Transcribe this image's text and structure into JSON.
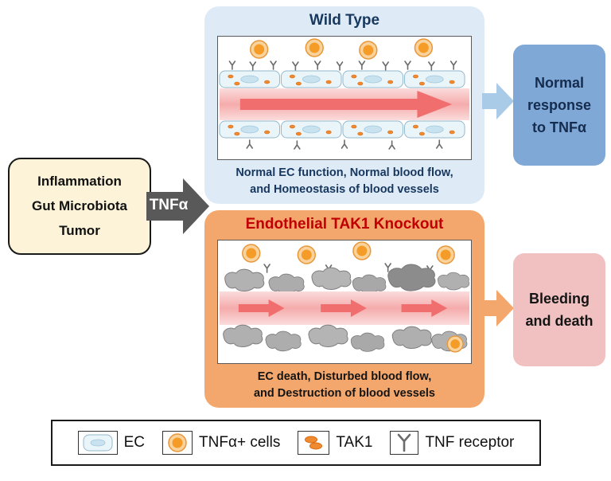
{
  "causes_box": {
    "lines": [
      "Inflammation",
      "Gut Microbiota",
      "Tumor"
    ]
  },
  "tnf_arrow": {
    "label": "TNFα"
  },
  "wild_type_panel": {
    "title": "Wild Type",
    "caption_lines": [
      "Normal EC function, Normal blood flow,",
      "and Homeostasis of blood vessels"
    ]
  },
  "knockout_panel": {
    "title": "Endothelial TAK1 Knockout",
    "caption_lines": [
      "EC death, Disturbed blood flow,",
      "and Destruction of blood vessels"
    ]
  },
  "normal_outcome_box": {
    "lines": [
      "Normal",
      "response",
      "to TNFα"
    ]
  },
  "bleeding_outcome_box": {
    "lines": [
      "Bleeding",
      "and death"
    ]
  },
  "legend": {
    "items": [
      {
        "icon": "ec-icon",
        "label": "EC"
      },
      {
        "icon": "tnfa-cell-icon",
        "label": "TNFα+ cells"
      },
      {
        "icon": "tak1-icon",
        "label": "TAK1"
      },
      {
        "icon": "tnf-receptor-icon",
        "label": "TNF receptor"
      }
    ]
  },
  "colors": {
    "causes_bg": "#FCF3D9",
    "wild_type_bg": "#DEEBF7",
    "wild_type_title": "#17375E",
    "knockout_bg": "#F4A76C",
    "knockout_title": "#C00000",
    "normal_outcome_bg": "#7FA8D6",
    "bleeding_outcome_bg": "#F1C1C1",
    "gray_arrow": "#595959",
    "blood_flow_arrow": "#F06E6E",
    "ec_cell_fill": "#EAF5FA",
    "tnfa_cell_fill": "#F59C28",
    "dead_cell_fill": "#AFAFAF"
  }
}
